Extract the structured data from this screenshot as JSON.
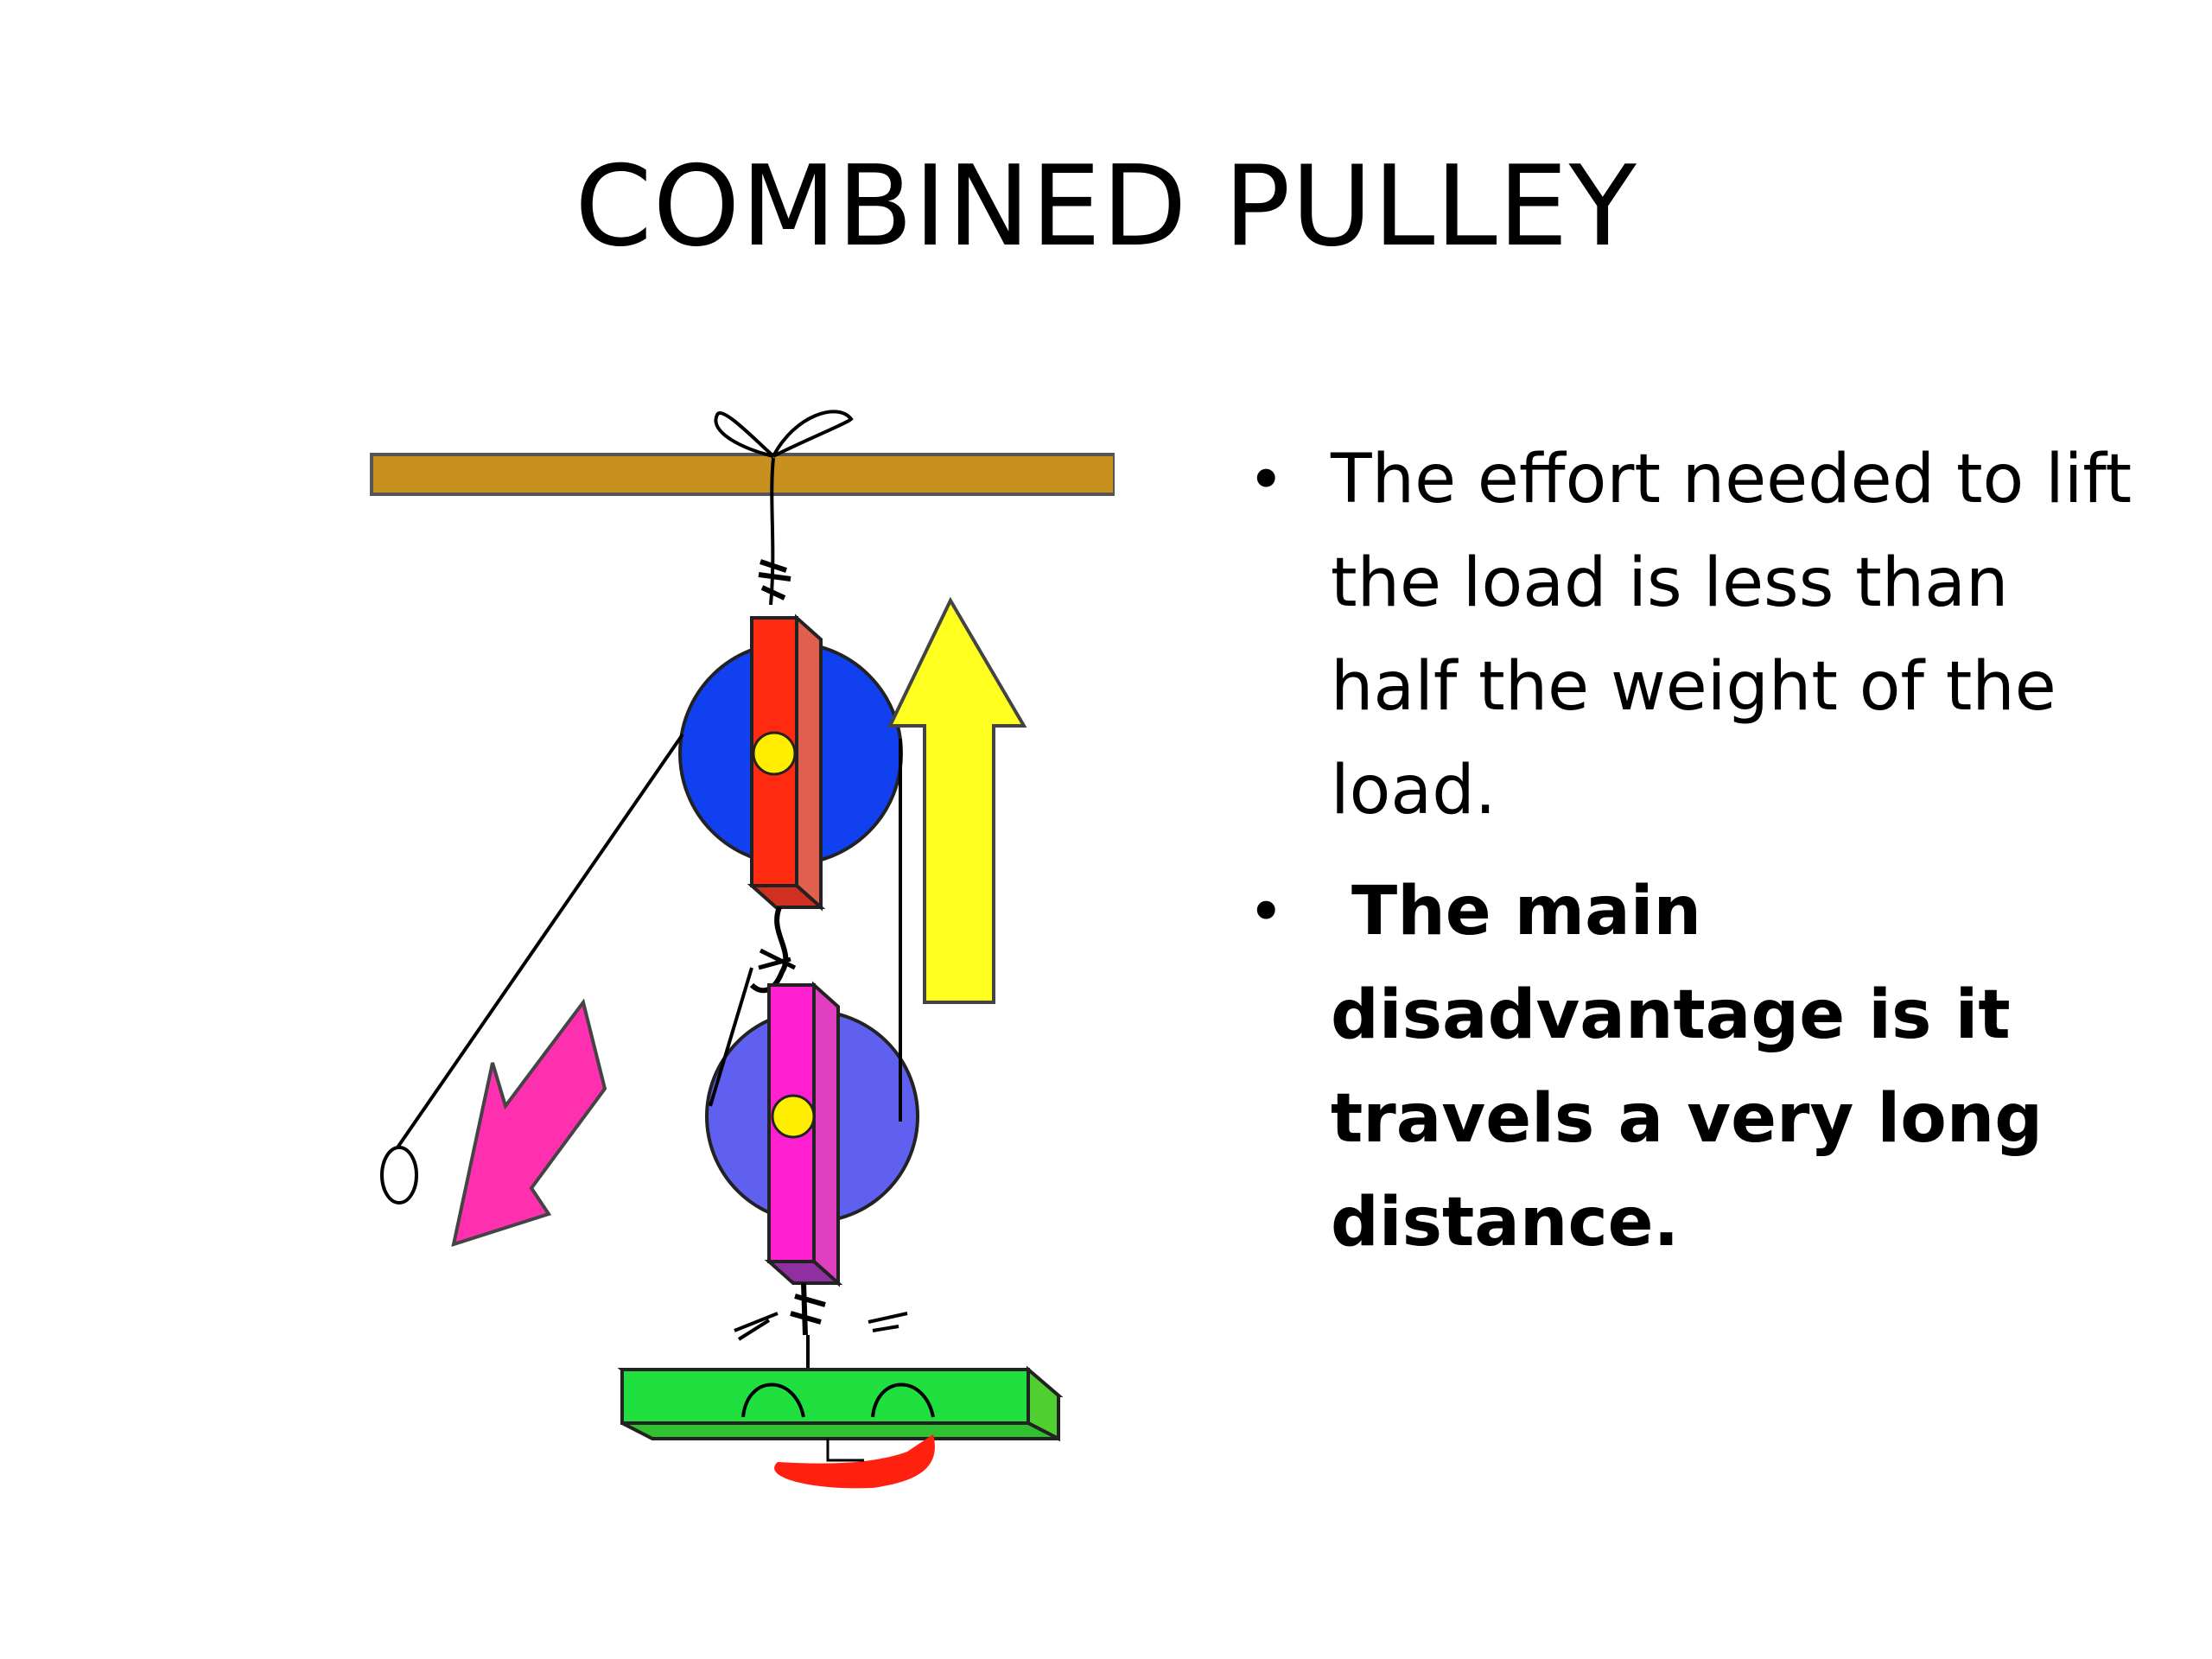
{
  "slide": {
    "title": "COMBINED PULLEY",
    "bullets": [
      {
        "marker": "•",
        "text": "The effort needed to lift the load is less than half the weight of the load.",
        "bold": false
      },
      {
        "marker": "•",
        "text": "The main disadvantage is it travels a very long distance.",
        "bold": true
      }
    ]
  },
  "illustration": {
    "colors": {
      "beam": "#c8901e",
      "fixed_pulley_wheel": "#1040f0",
      "fixed_pulley_block": "#ff2a10",
      "movable_pulley_wheel": "#6060f0",
      "movable_pulley_block": "#ff20d0",
      "axle": "#ffee00",
      "up_arrow": "#ffff20",
      "down_arrow": "#ff30b0",
      "load": "#20e040",
      "hook_blob": "#ff2010",
      "rope": "#000000"
    },
    "icons": [
      "ceiling-beam",
      "fixed-pulley",
      "movable-pulley",
      "up-arrow-icon",
      "down-left-arrow-icon",
      "load-block",
      "rope-handle-loop"
    ]
  }
}
